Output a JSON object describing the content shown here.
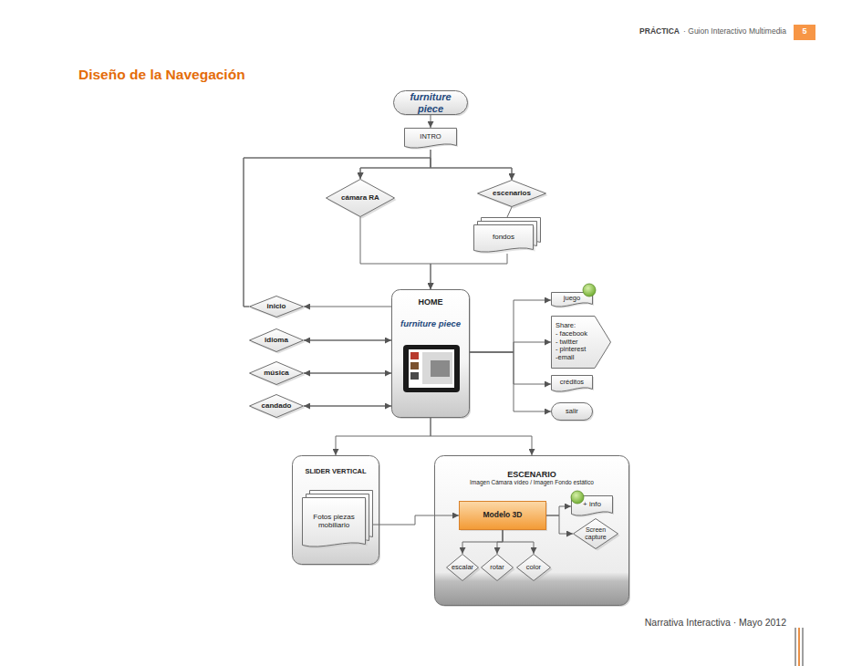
{
  "diagram": {
    "title": "Diseño de la Navegación",
    "nodes": [
      {
        "text": [
          "furniture piece"
        ]
      },
      {
        "text": [
          "INTRO"
        ]
      },
      {
        "text": [
          "cámara RA"
        ]
      },
      {
        "text": [
          "escenarios"
        ]
      },
      {
        "text": [
          "fondos"
        ]
      },
      {
        "text": [
          "HOME",
          "furniture piece"
        ]
      },
      {
        "text": [
          "inicio"
        ]
      },
      {
        "text": [
          "idioma"
        ]
      },
      {
        "text": [
          "música"
        ]
      },
      {
        "text": [
          "candado"
        ]
      },
      {
        "text": [
          "juego"
        ]
      },
      {
        "text": [
          "Share:",
          "- facebook",
          "- twitter",
          "- pinterest",
          "-email"
        ]
      },
      {
        "text": [
          "créditos"
        ]
      },
      {
        "text": [
          "salir"
        ]
      },
      {
        "text": [
          "SLIDER VERTICAL"
        ]
      },
      {
        "text": [
          "Fotos piezas mobiliario"
        ],
        "in": 14
      },
      {
        "text": [
          "ESCENARIO",
          "Imagen Cámara vídeo / Imagen Fondo estático"
        ]
      },
      {
        "text": [
          "Modelo 3D"
        ],
        "in": 16
      },
      {
        "text": [
          "+ info"
        ],
        "in": 16
      },
      {
        "text": [
          "Screen capture"
        ],
        "in": 16
      },
      {
        "text": [
          "escalar"
        ],
        "in": 16
      },
      {
        "text": [
          "rotar"
        ],
        "in": 16
      },
      {
        "text": [
          "color"
        ],
        "in": 16
      }
    ],
    "edges": [
      {
        "from": 0,
        "to": 1,
        "arrow": "to"
      },
      {
        "from": 1,
        "to": 2,
        "arrow": "to"
      },
      {
        "from": 1,
        "to": 3,
        "arrow": "to"
      },
      {
        "from": 3,
        "to": 4,
        "arrow": "none"
      },
      {
        "from": 2,
        "to": 5,
        "arrow": "to"
      },
      {
        "from": 4,
        "to": 5,
        "arrow": "to"
      },
      {
        "from": 5,
        "to": 6,
        "arrow": "to"
      },
      {
        "from": 6,
        "to": 2,
        "arrow": "to"
      },
      {
        "from": 6,
        "to": 3,
        "arrow": "to"
      },
      {
        "from": 7,
        "to": 5,
        "arrow": "both"
      },
      {
        "from": 8,
        "to": 5,
        "arrow": "both"
      },
      {
        "from": 9,
        "to": 5,
        "arrow": "both"
      },
      {
        "from": 5,
        "to": 10,
        "arrow": "to"
      },
      {
        "from": 5,
        "to": 11,
        "arrow": "to"
      },
      {
        "from": 5,
        "to": 12,
        "arrow": "to"
      },
      {
        "from": 5,
        "to": 13,
        "arrow": "to"
      },
      {
        "from": 5,
        "to": 14,
        "arrow": "to"
      },
      {
        "from": 5,
        "to": 16,
        "arrow": "to"
      },
      {
        "from": 15,
        "to": 17,
        "arrow": "to"
      },
      {
        "from": 17,
        "to": 18,
        "arrow": "to"
      },
      {
        "from": 17,
        "to": 19,
        "arrow": "to"
      },
      {
        "from": 17,
        "to": 20,
        "arrow": "to"
      },
      {
        "from": 17,
        "to": 21,
        "arrow": "to"
      },
      {
        "from": 17,
        "to": 22,
        "arrow": "to"
      }
    ],
    "labels": [
      "PRÁCTICA",
      "· Guion Interactivo Multimedia",
      "5",
      "Narrativa Interactiva · Mayo 2012"
    ]
  }
}
